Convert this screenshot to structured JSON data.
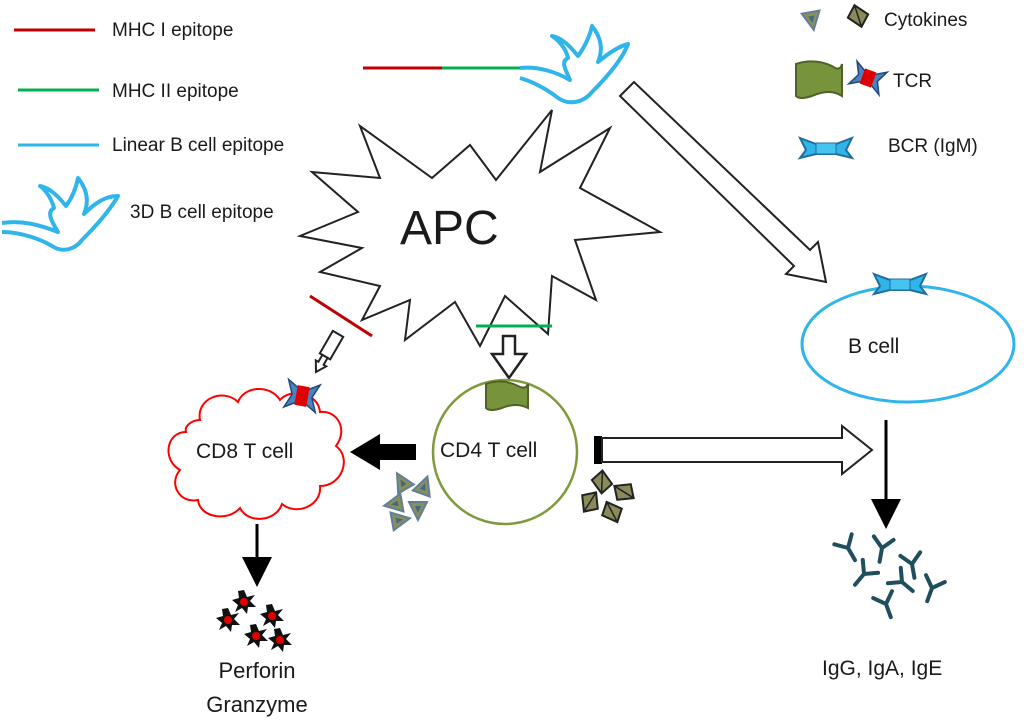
{
  "legend": {
    "mhc1": "MHC I epitope",
    "mhc2": "MHC II epitope",
    "linear_b": "Linear B cell epitope",
    "b3d": "3D B cell epitope",
    "cytokines": "Cytokines",
    "tcr": "TCR",
    "bcr": "BCR (IgM)"
  },
  "cells": {
    "apc": "APC",
    "b_cell": "B  cell",
    "cd4": "CD4 T cell",
    "cd8": "CD8  T cell"
  },
  "outputs": {
    "perforin": "Perforin",
    "granzyme": "Granzyme",
    "antibodies": "IgG, IgA, IgE"
  },
  "colors": {
    "mhc1": "#c00000",
    "mhc2": "#00b050",
    "linear_b": "#2fb5ea",
    "cd8_outline": "#ff0000",
    "cd4_outline": "#7f9a3c",
    "tcr_green": "#77933c",
    "bcr_blue": "#2fb5ea",
    "cytokine_tri": "#8d8d57",
    "antibody": "#1f4e5c"
  }
}
